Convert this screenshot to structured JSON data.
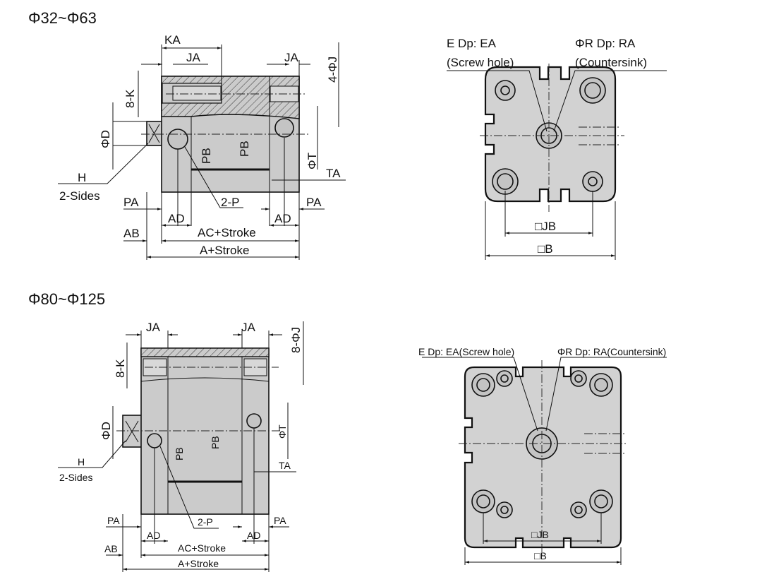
{
  "top_section": {
    "title": "Φ32~Φ63",
    "side_view": {
      "KA": "KA",
      "JA_left": "JA",
      "JA_right": "JA",
      "J": "4-ΦJ",
      "K": "8-K",
      "D": "ΦD",
      "H": "H",
      "H_note": "2-Sides",
      "PA_left": "PA",
      "PA_right": "PA",
      "AD_left": "AD",
      "AD_right": "AD",
      "P": "2-P",
      "PB_left": "PB",
      "PB_right": "PB",
      "T": "ΦT",
      "TA": "TA",
      "AB": "AB",
      "AC": "AC+Stroke",
      "A": "A+Stroke"
    },
    "end_view": {
      "screw_label": "E Dp: EA",
      "screw_note": "(Screw hole)",
      "sink_label": "ΦR Dp: RA",
      "sink_note": "(Countersink)",
      "JB": "□JB",
      "B": "□B"
    }
  },
  "bottom_section": {
    "title": "Φ80~Φ125",
    "side_view": {
      "JA_left": "JA",
      "JA_right": "JA",
      "J": "8-ΦJ",
      "K": "8-K",
      "D": "ΦD",
      "H": "H",
      "H_note": "2-Sides",
      "PA_left": "PA",
      "PA_right": "PA",
      "AD_left": "AD",
      "AD_right": "AD",
      "P": "2-P",
      "PB_left": "PB",
      "PB_right": "PB",
      "T": "ΦT",
      "TA": "TA",
      "AB": "AB",
      "AC": "AC+Stroke",
      "A": "A+Stroke"
    },
    "end_view": {
      "screw_label": "E Dp: EA(Screw hole)",
      "sink_label": "ΦR Dp: RA(Countersink)",
      "JB": "□JB",
      "B": "□B"
    }
  }
}
